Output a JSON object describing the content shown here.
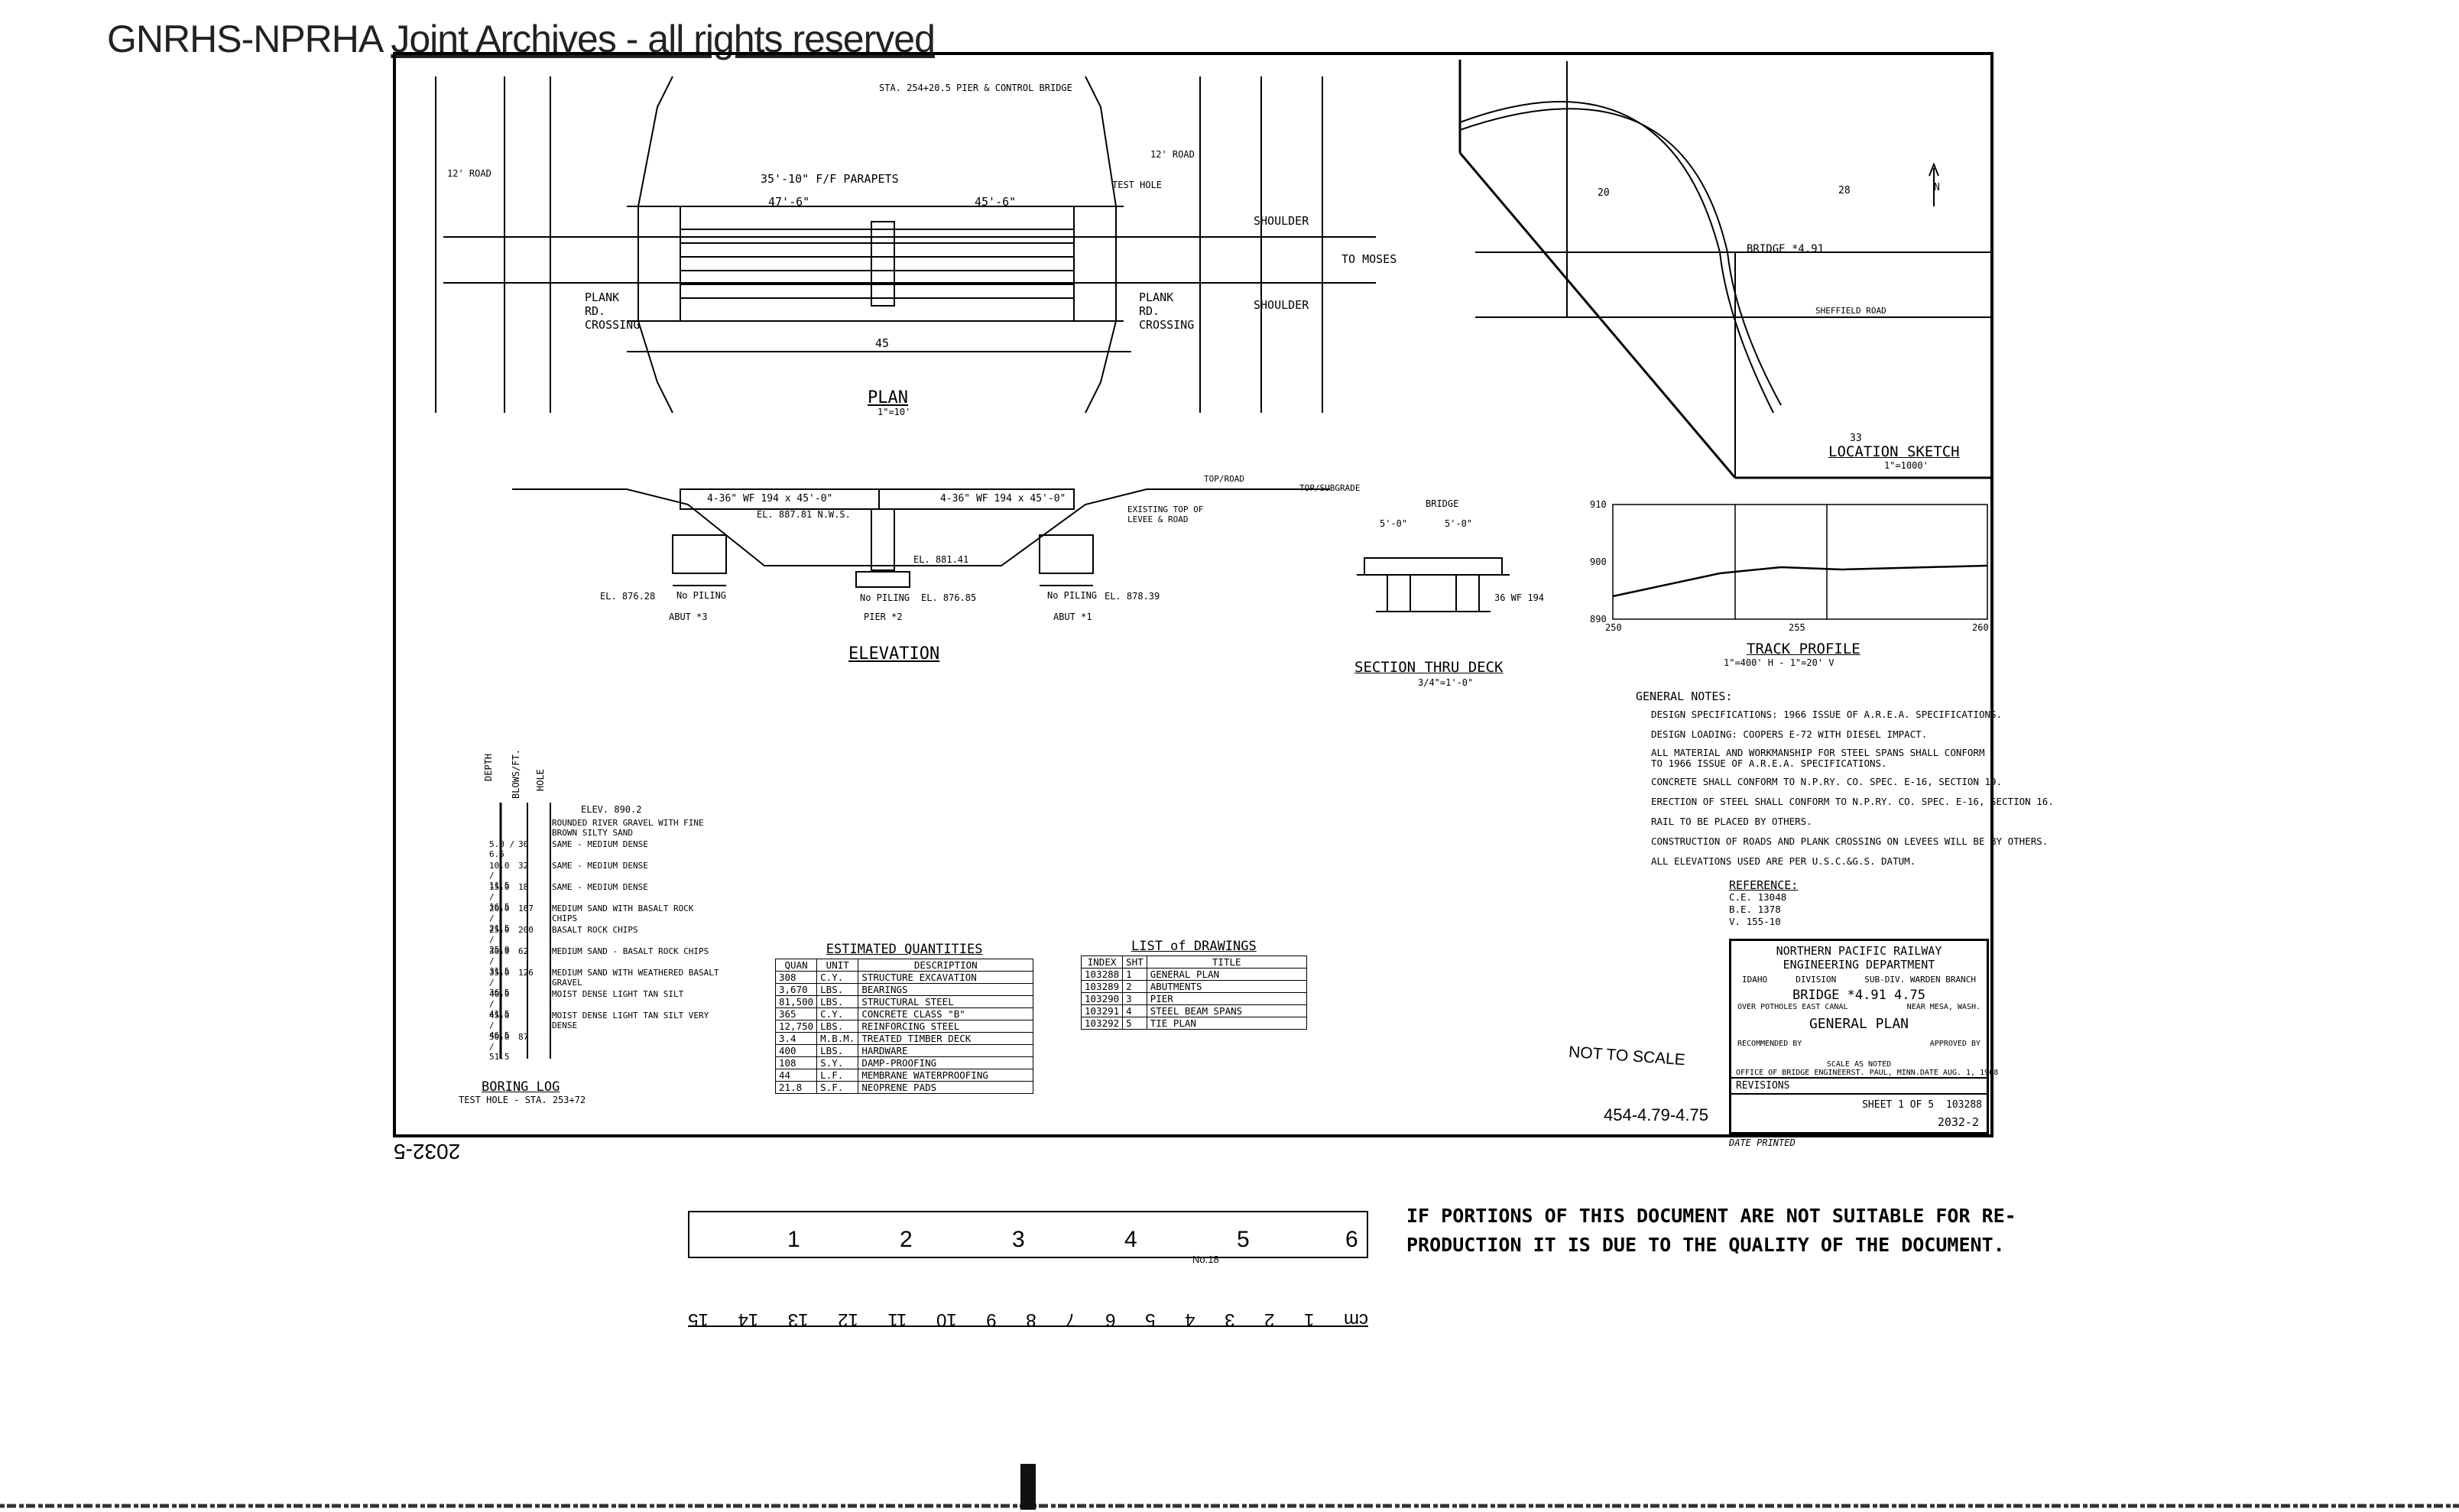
{
  "header": {
    "prefix": "GNRHS-NPRHA ",
    "underlined": "Joint Archives - all rights reserved"
  },
  "plan": {
    "title": "PLAN",
    "scale": "1\"=10'",
    "parapets": "35'-10\" F/F PARAPETS",
    "left_road": "12' ROAD",
    "right_road": "12' ROAD",
    "dim_left": "47'-6\"",
    "dim_right": "45'-6\"",
    "shoulder": "SHOULDER",
    "plank_left": "PLANK RD. CROSSING",
    "plank_right": "PLANK RD. CROSSING",
    "test_hole": "TEST HOLE",
    "bridge_ctr": "STA. 254+20.5 PIER & CONTROL BRIDGE",
    "to_moses": "TO MOSES",
    "span": "45"
  },
  "elevation": {
    "title": "ELEVATION",
    "span_left": "4-36\" WF 194 x 45'-0\"",
    "span_right": "4-36\" WF 194 x 45'-0\"",
    "el_top": "EL. 887.81 N.W.S.",
    "el_base": "EL. 881.41",
    "el_abut3": "EL. 876.28",
    "el_pier": "EL. 876.85",
    "el_abut1": "EL. 878.39",
    "no_piling_1": "No PILING",
    "no_piling_2": "No PILING",
    "no_piling_3": "No PILING",
    "abut3": "ABUT *3",
    "pier2": "PIER *2",
    "abut1": "ABUT *1",
    "existing": "EXISTING TOP OF LEVEE & ROAD",
    "top_road": "TOP/ROAD",
    "subgrade": "TOP/SUBGRADE"
  },
  "section": {
    "title": "SECTION THRU DECK",
    "scale": "3/4\"=1'-0\"",
    "bridge": "BRIDGE",
    "dim": "5'-0\"",
    "beam": "36 WF 194"
  },
  "location": {
    "title": "LOCATION SKETCH",
    "scale": "1\"=1000'",
    "bridge_label": "BRIDGE *4.91",
    "shelfield": "SHEFFIELD ROAD",
    "north": "N",
    "sec20": "20",
    "sec28": "28",
    "sec33": "33"
  },
  "profile": {
    "title": "TRACK PROFILE",
    "scale": "1\"=400' H - 1\"=20' V",
    "y_labels": [
      "910",
      "900",
      "890"
    ],
    "x_labels": [
      "250",
      "255",
      "260"
    ]
  },
  "notes": {
    "title": "GENERAL NOTES:",
    "lines": [
      "DESIGN SPECIFICATIONS: 1966 ISSUE OF A.R.E.A. SPECIFICATIONS.",
      "DESIGN LOADING: COOPERS E-72 WITH DIESEL IMPACT.",
      "ALL MATERIAL AND WORKMANSHIP FOR STEEL SPANS SHALL CONFORM TO 1966 ISSUE OF A.R.E.A. SPECIFICATIONS.",
      "CONCRETE SHALL CONFORM TO N.P.RY. CO. SPEC. E-16, SECTION 19.",
      "ERECTION OF STEEL SHALL CONFORM TO N.P.RY. CO. SPEC. E-16, SECTION 16.",
      "RAIL TO BE PLACED BY OTHERS.",
      "CONSTRUCTION OF ROADS AND PLANK CROSSING ON LEVEES WILL BE BY OTHERS.",
      "ALL ELEVATIONS USED ARE PER U.S.C.&G.S. DATUM."
    ]
  },
  "reference": {
    "title": "REFERENCE:",
    "lines": [
      "C.E. 13048",
      "B.E. 1378",
      "V. 155-10"
    ]
  },
  "boring": {
    "title": "BORING LOG",
    "sub": "TEST HOLE - STA. 253+72",
    "elev": "ELEV. 890.2",
    "cols": [
      "DEPTH",
      "BLOWS/FT.",
      "HOLE"
    ],
    "rows": [
      {
        "depth": "",
        "blows": "",
        "desc": "ROUNDED RIVER GRAVEL WITH FINE BROWN SILTY SAND"
      },
      {
        "depth": "5.0 / 6.5",
        "blows": "30",
        "desc": "SAME - MEDIUM DENSE"
      },
      {
        "depth": "10.0 / 11.5",
        "blows": "32",
        "desc": "SAME - MEDIUM DENSE"
      },
      {
        "depth": "15.0 / 16.5",
        "blows": "18",
        "desc": "SAME - MEDIUM DENSE"
      },
      {
        "depth": "20.0 / 21.5",
        "blows": "167",
        "desc": "MEDIUM SAND WITH BASALT ROCK CHIPS"
      },
      {
        "depth": "25.0 / 25.9",
        "blows": "200",
        "desc": "BASALT ROCK CHIPS"
      },
      {
        "depth": "30.0 / 31.5",
        "blows": "62",
        "desc": "MEDIUM SAND - BASALT ROCK CHIPS"
      },
      {
        "depth": "35.0 / 36.5",
        "blows": "126",
        "desc": "MEDIUM SAND WITH WEATHERED BASALT GRAVEL"
      },
      {
        "depth": "40.0 / 41.5",
        "blows": "",
        "desc": "MOIST DENSE LIGHT TAN SILT"
      },
      {
        "depth": "45.0 / 46.5",
        "blows": "",
        "desc": "MOIST DENSE LIGHT TAN SILT VERY DENSE"
      },
      {
        "depth": "50.0 / 51.5",
        "blows": "87",
        "desc": ""
      }
    ]
  },
  "quantities": {
    "title": "ESTIMATED QUANTITIES",
    "headers": [
      "QUAN",
      "UNIT",
      "DESCRIPTION"
    ],
    "rows": [
      [
        "308",
        "C.Y.",
        "STRUCTURE EXCAVATION"
      ],
      [
        "3,670",
        "LBS.",
        "BEARINGS"
      ],
      [
        "81,500",
        "LBS.",
        "STRUCTURAL STEEL"
      ],
      [
        "365",
        "C.Y.",
        "CONCRETE CLASS \"B\""
      ],
      [
        "12,750",
        "LBS.",
        "REINFORCING STEEL"
      ],
      [
        "3.4",
        "M.B.M.",
        "TREATED TIMBER DECK"
      ],
      [
        "400",
        "LBS.",
        "HARDWARE"
      ],
      [
        "108",
        "S.Y.",
        "DAMP-PROOFING"
      ],
      [
        "44",
        "L.F.",
        "MEMBRANE WATERPROOFING"
      ],
      [
        "21.8",
        "S.F.",
        "NEOPRENE PADS"
      ]
    ]
  },
  "drawings": {
    "title": "LIST of DRAWINGS",
    "headers": [
      "INDEX",
      "SHT",
      "TITLE"
    ],
    "rows": [
      [
        "103288",
        "1",
        "GENERAL PLAN"
      ],
      [
        "103289",
        "2",
        "ABUTMENTS"
      ],
      [
        "103290",
        "3",
        "PIER"
      ],
      [
        "103291",
        "4",
        "STEEL BEAM SPANS"
      ],
      [
        "103292",
        "5",
        "TIE PLAN"
      ]
    ]
  },
  "title_block": {
    "company": "NORTHERN PACIFIC RAILWAY",
    "dept": "ENGINEERING DEPARTMENT",
    "idaho": "IDAHO",
    "division": "DIVISION",
    "subdiv": "SUB-DIV. WARDEN BRANCH",
    "bridge": "BRIDGE *4.91 4.75",
    "over": "OVER POTHOLES EAST CANAL",
    "near": "NEAR MESA, WASH.",
    "plan": "GENERAL PLAN",
    "recommended": "RECOMMENDED BY",
    "approved": "APPROVED BY",
    "scale": "SCALE AS NOTED",
    "office": "OFFICE OF BRIDGE ENGINEER",
    "city": "ST. PAUL, MINN.",
    "date": "DATE AUG. 1, 1968",
    "revisions": "REVISIONS",
    "sheet": "SHEET 1 OF 5",
    "index_no": "103288",
    "file_no": "2032-2",
    "date_printed": "DATE PRINTED"
  },
  "stamps": {
    "not_to_scale": "NOT TO SCALE",
    "number": "454-4.79-4.75",
    "mirror": "2032-5"
  },
  "notice": {
    "line1": "IF PORTIONS OF THIS DOCUMENT ARE NOT SUITABLE FOR RE-",
    "line2": "PRODUCTION IT IS DUE TO THE QUALITY OF THE DOCUMENT."
  },
  "ruler": {
    "inch_labels": [
      "1",
      "2",
      "3",
      "4",
      "5",
      "6"
    ],
    "cm_labels": [
      "cm",
      "1",
      "2",
      "3",
      "4",
      "5",
      "6",
      "7",
      "8",
      "9",
      "10",
      "11",
      "12",
      "13",
      "14",
      "15"
    ],
    "brand": "No.18"
  }
}
